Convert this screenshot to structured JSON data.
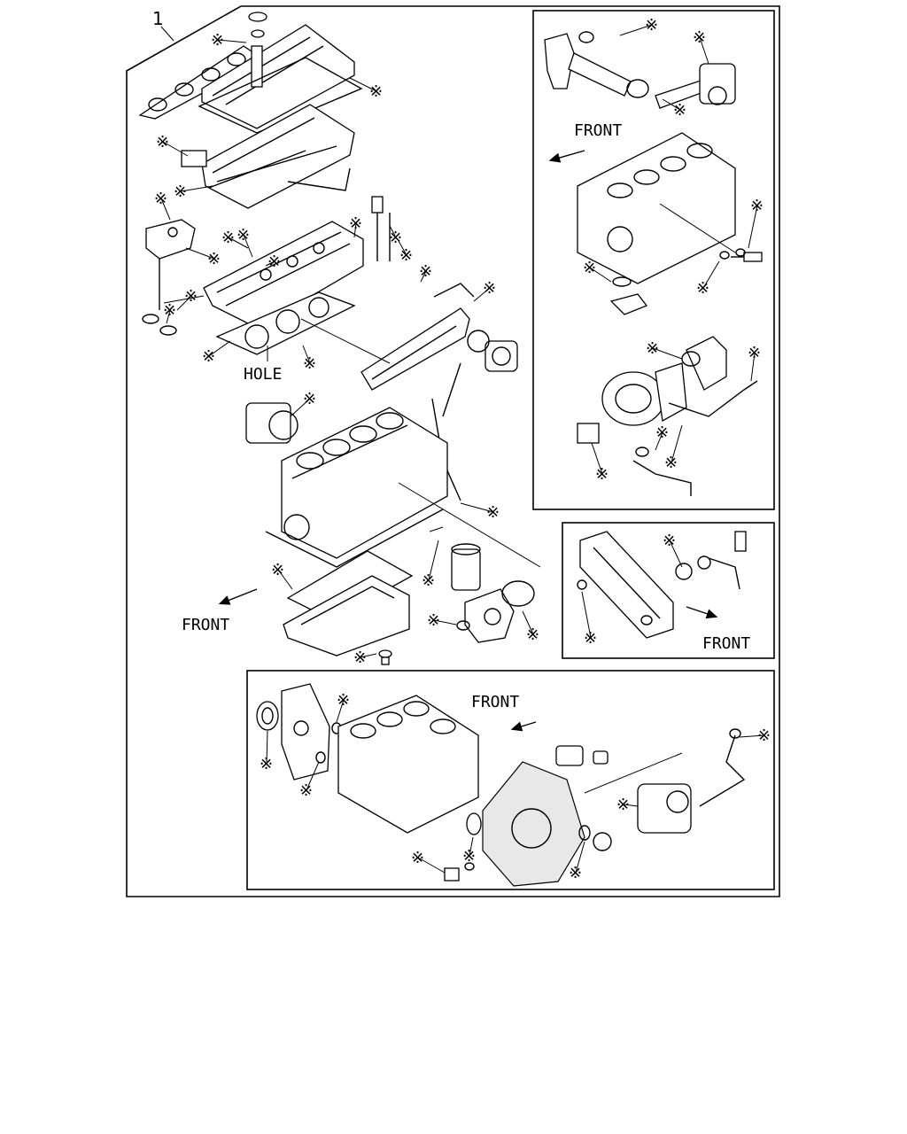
{
  "diagram": {
    "callout_number": "1",
    "hole_label": "HOLE",
    "front_labels": [
      "FRONT",
      "FRONT",
      "FRONT",
      "FRONT"
    ],
    "gasket_symbol": "※"
  }
}
